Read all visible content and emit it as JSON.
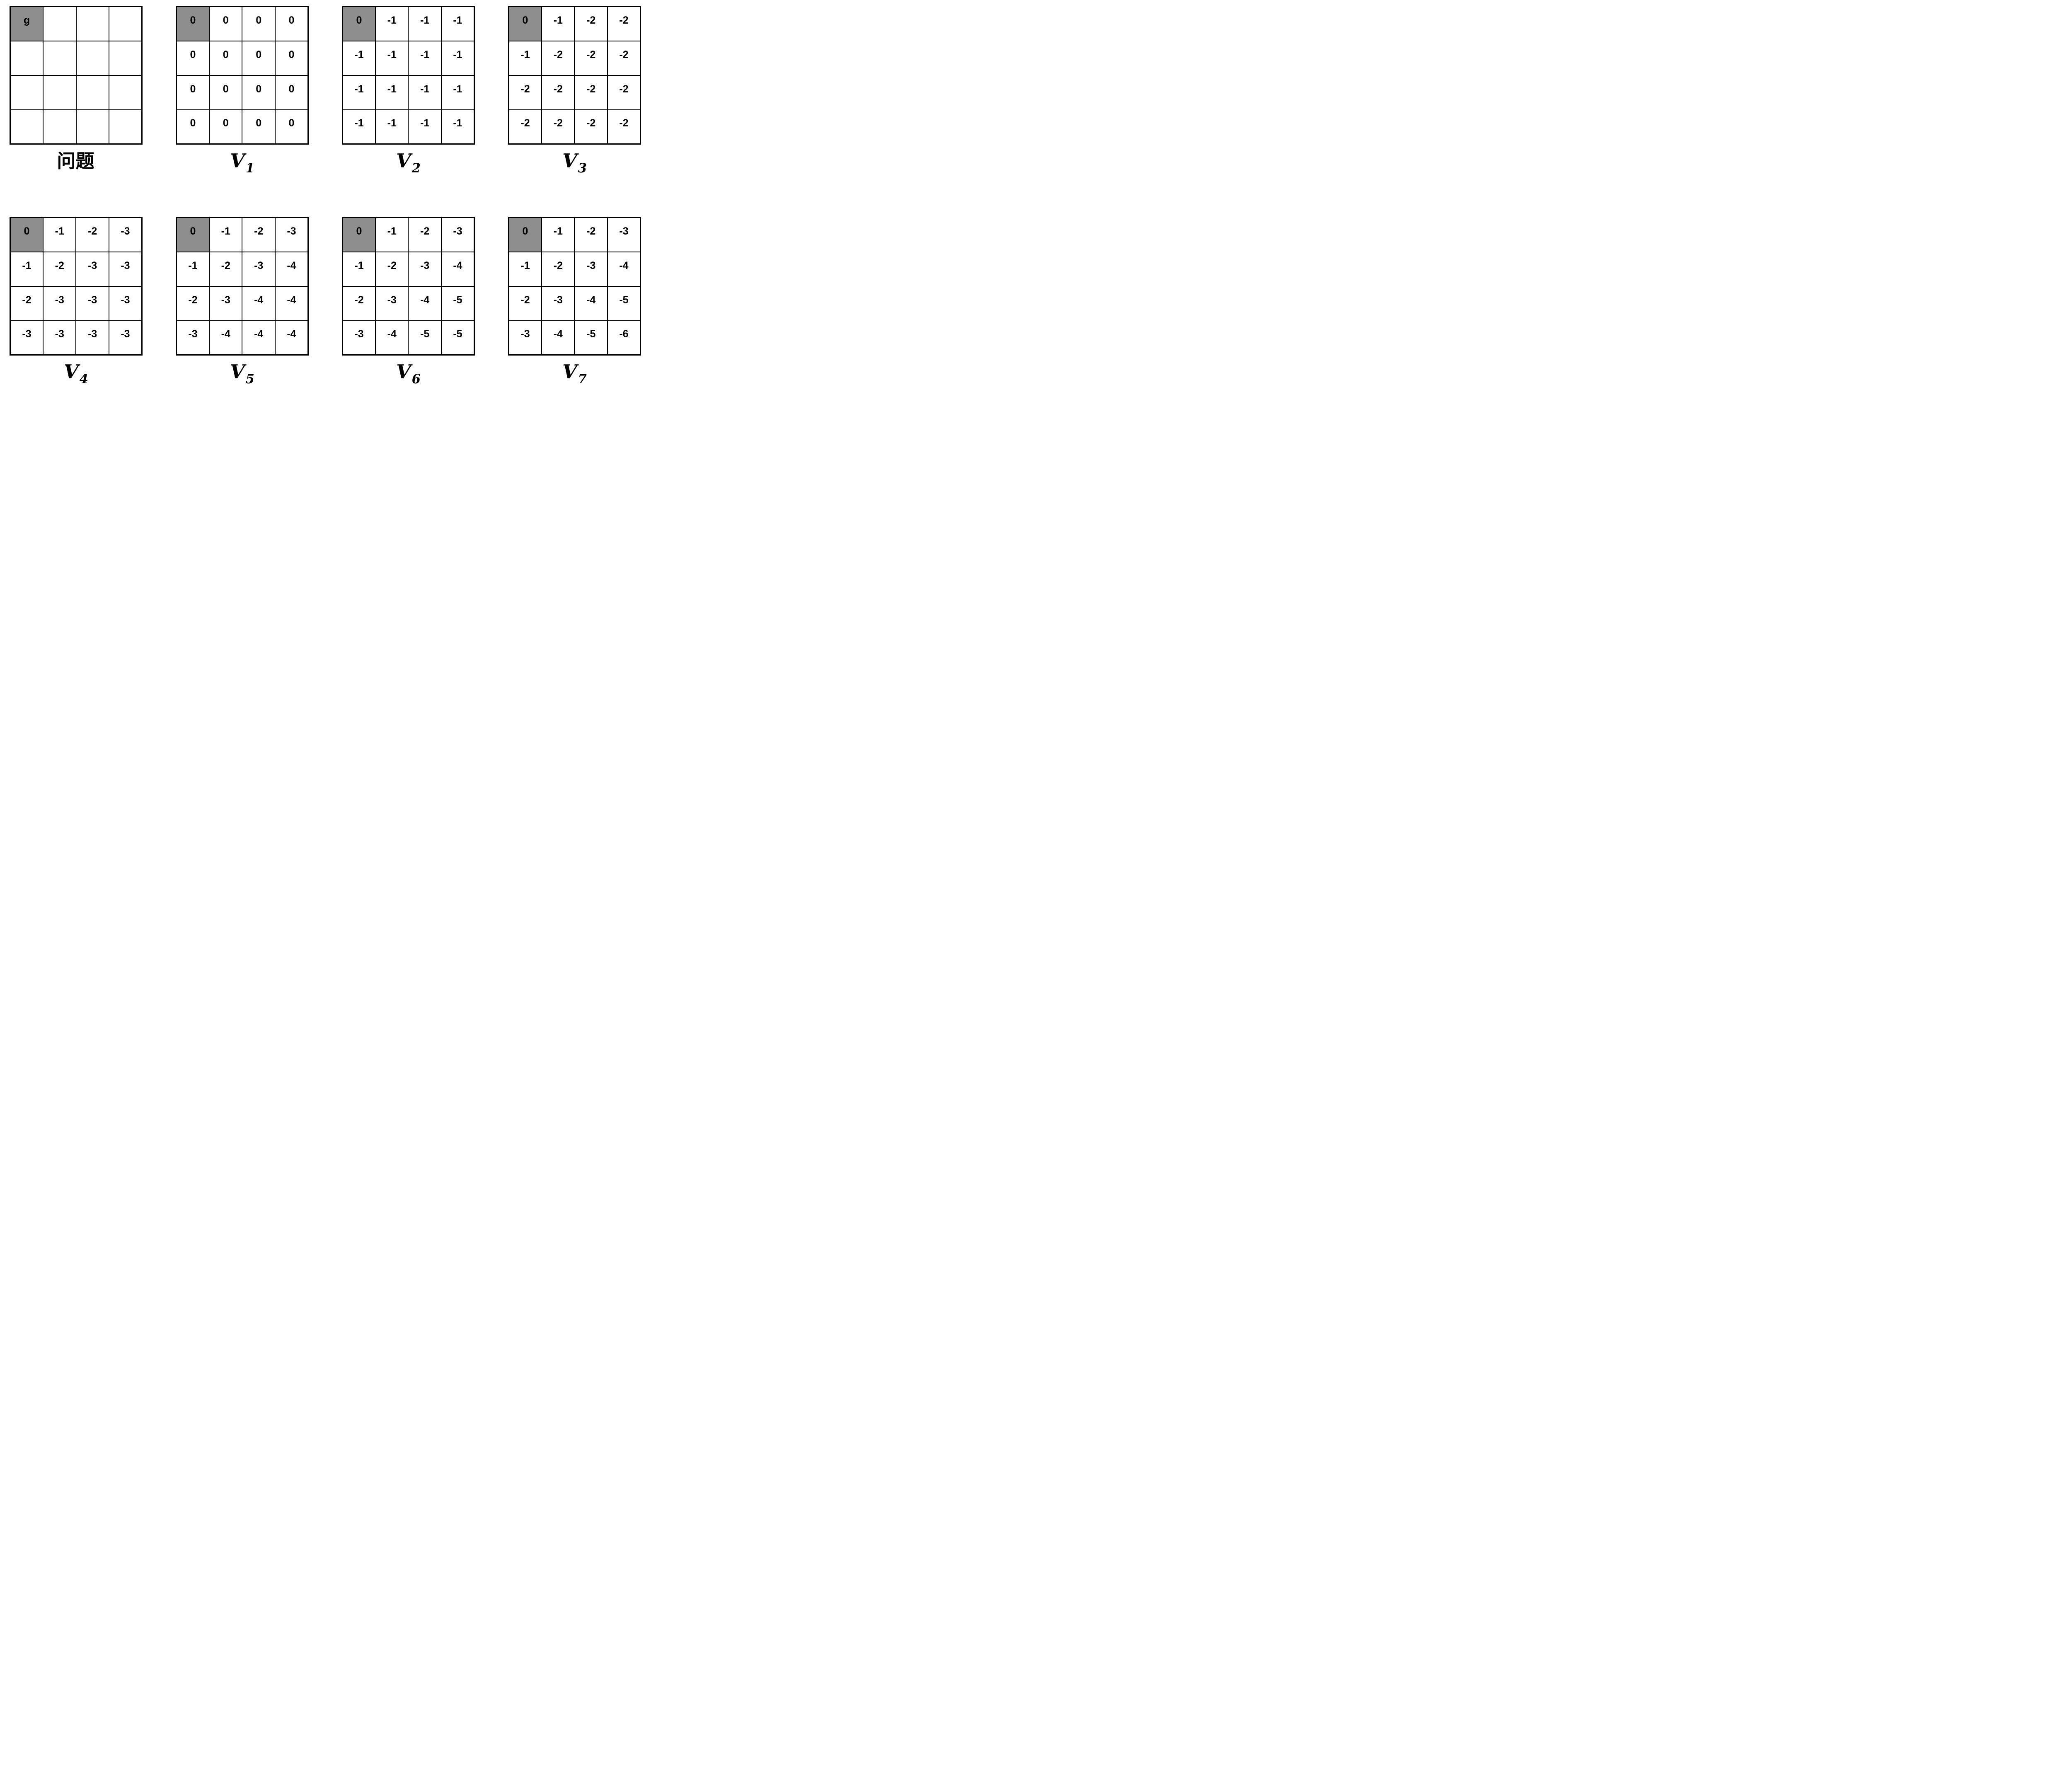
{
  "panel": {
    "background": "#ffffff",
    "grid_line_color": "#000000",
    "goal_cell_color": "#8e8e8e",
    "text_color": "#000000"
  },
  "figures": [
    {
      "id": "problem",
      "label": "问题",
      "goal_cell": [
        0,
        0
      ],
      "cells": [
        [
          "g",
          "",
          "",
          ""
        ],
        [
          "",
          "",
          "",
          ""
        ],
        [
          "",
          "",
          "",
          ""
        ],
        [
          "",
          "",
          "",
          ""
        ]
      ]
    },
    {
      "id": "v1",
      "label_base": "V",
      "label_sub": "1",
      "goal_cell": [
        0,
        0
      ],
      "cells": [
        [
          "0",
          "0",
          "0",
          "0"
        ],
        [
          "0",
          "0",
          "0",
          "0"
        ],
        [
          "0",
          "0",
          "0",
          "0"
        ],
        [
          "0",
          "0",
          "0",
          "0"
        ]
      ]
    },
    {
      "id": "v2",
      "label_base": "V",
      "label_sub": "2",
      "goal_cell": [
        0,
        0
      ],
      "cells": [
        [
          "0",
          "-1",
          "-1",
          "-1"
        ],
        [
          "-1",
          "-1",
          "-1",
          "-1"
        ],
        [
          "-1",
          "-1",
          "-1",
          "-1"
        ],
        [
          "-1",
          "-1",
          "-1",
          "-1"
        ]
      ]
    },
    {
      "id": "v3",
      "label_base": "V",
      "label_sub": "3",
      "goal_cell": [
        0,
        0
      ],
      "cells": [
        [
          "0",
          "-1",
          "-2",
          "-2"
        ],
        [
          "-1",
          "-2",
          "-2",
          "-2"
        ],
        [
          "-2",
          "-2",
          "-2",
          "-2"
        ],
        [
          "-2",
          "-2",
          "-2",
          "-2"
        ]
      ]
    },
    {
      "id": "v4",
      "label_base": "V",
      "label_sub": "4",
      "goal_cell": [
        0,
        0
      ],
      "cells": [
        [
          "0",
          "-1",
          "-2",
          "-3"
        ],
        [
          "-1",
          "-2",
          "-3",
          "-3"
        ],
        [
          "-2",
          "-3",
          "-3",
          "-3"
        ],
        [
          "-3",
          "-3",
          "-3",
          "-3"
        ]
      ]
    },
    {
      "id": "v5",
      "label_base": "V",
      "label_sub": "5",
      "goal_cell": [
        0,
        0
      ],
      "cells": [
        [
          "0",
          "-1",
          "-2",
          "-3"
        ],
        [
          "-1",
          "-2",
          "-3",
          "-4"
        ],
        [
          "-2",
          "-3",
          "-4",
          "-4"
        ],
        [
          "-3",
          "-4",
          "-4",
          "-4"
        ]
      ]
    },
    {
      "id": "v6",
      "label_base": "V",
      "label_sub": "6",
      "goal_cell": [
        0,
        0
      ],
      "cells": [
        [
          "0",
          "-1",
          "-2",
          "-3"
        ],
        [
          "-1",
          "-2",
          "-3",
          "-4"
        ],
        [
          "-2",
          "-3",
          "-4",
          "-5"
        ],
        [
          "-3",
          "-4",
          "-5",
          "-5"
        ]
      ]
    },
    {
      "id": "v7",
      "label_base": "V",
      "label_sub": "7",
      "goal_cell": [
        0,
        0
      ],
      "cells": [
        [
          "0",
          "-1",
          "-2",
          "-3"
        ],
        [
          "-1",
          "-2",
          "-3",
          "-4"
        ],
        [
          "-2",
          "-3",
          "-4",
          "-5"
        ],
        [
          "-3",
          "-4",
          "-5",
          "-6"
        ]
      ]
    }
  ]
}
